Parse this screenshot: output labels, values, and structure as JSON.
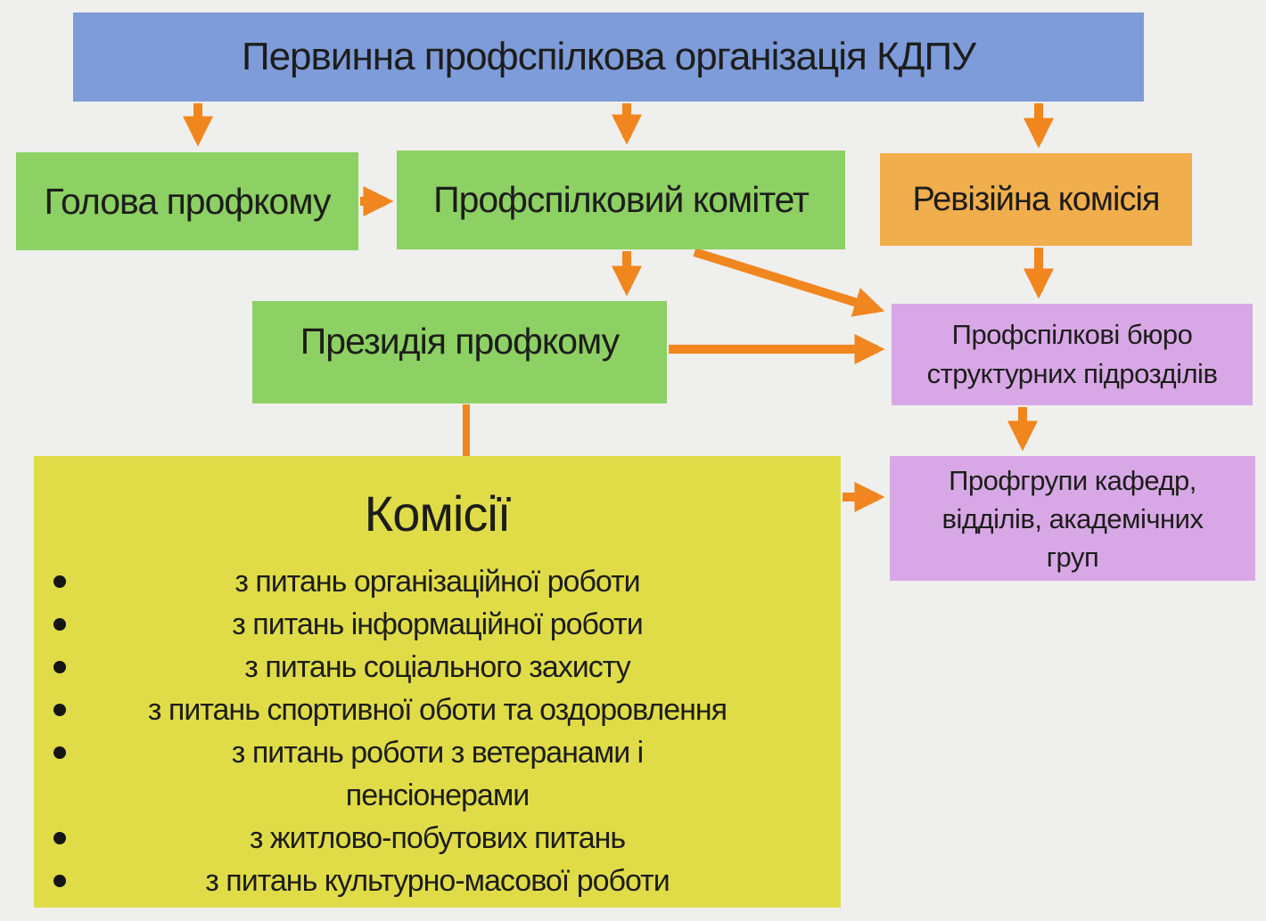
{
  "colors": {
    "bg": "#efefed",
    "blue": "#7e9cd9",
    "green": "#8dd063",
    "orange": "#f1ae4c",
    "purple": "#d8a8e6",
    "yellow": "#e0dc48",
    "arrow": "#f0861d",
    "text": "#1d1d1b"
  },
  "diagram": {
    "root": {
      "label": "Первинна профспілкова організація КДПУ"
    },
    "chairman": {
      "label": "Голова профкому"
    },
    "committee": {
      "label": "Профспілковий комітет"
    },
    "audit": {
      "label": "Ревізійна комісія"
    },
    "presidium": {
      "label": "Президія профкому"
    },
    "bureaus": {
      "label": "Профспілкові бюро\nструктурних підрозділів"
    },
    "profgroups": {
      "label": "Профгрупи кафедр,\nвідділів, академічних\nгруп"
    },
    "commissions": {
      "title": "Комісії",
      "items": [
        "з питань організаційної роботи",
        "з питань інформаційної роботи",
        "з питань соціального захисту",
        "з питань спортивної оботи та оздоровлення",
        "з питань роботи з ветеранами і\nпенсіонерами",
        "з житлово-побутових питань",
        "з питань культурно-масової роботи"
      ]
    },
    "connectors": [
      {
        "from": "root",
        "to": "chairman"
      },
      {
        "from": "root",
        "to": "committee"
      },
      {
        "from": "root",
        "to": "audit"
      },
      {
        "from": "chairman",
        "to": "committee"
      },
      {
        "from": "committee",
        "to": "presidium"
      },
      {
        "from": "committee",
        "to": "bureaus"
      },
      {
        "from": "presidium",
        "to": "bureaus"
      },
      {
        "from": "audit",
        "to": "bureaus"
      },
      {
        "from": "bureaus",
        "to": "profgroups"
      },
      {
        "from": "presidium",
        "to": "commissions"
      },
      {
        "from": "commissions",
        "to": "profgroups"
      }
    ]
  }
}
